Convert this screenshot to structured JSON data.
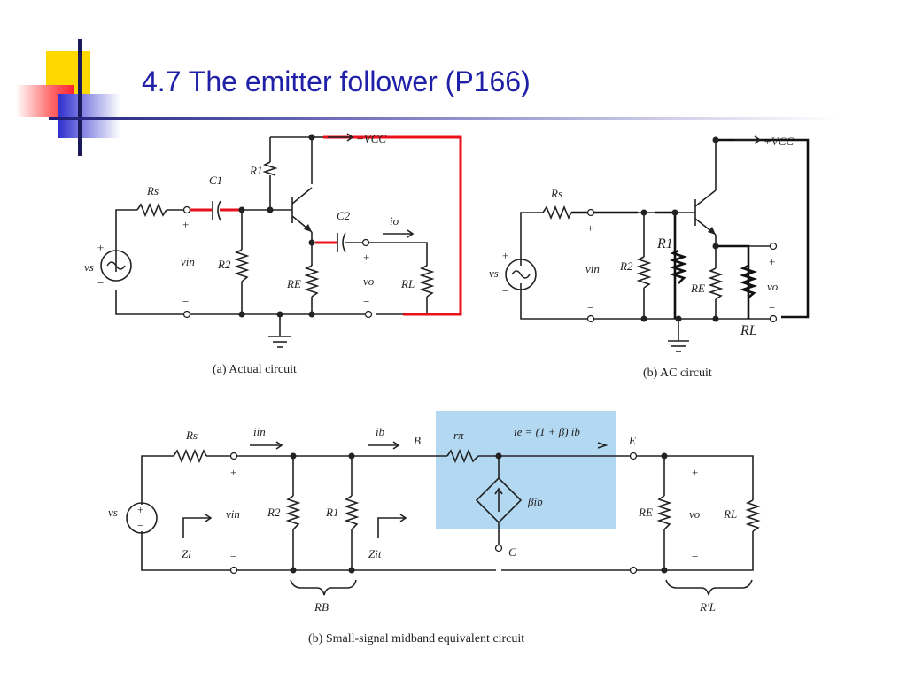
{
  "slide": {
    "title": "4.7 The emitter follower (P166)"
  },
  "circuit_a": {
    "caption": "(a) Actual circuit",
    "labels": {
      "rs": "Rs",
      "c1": "C1",
      "r1": "R1",
      "c2": "C2",
      "io": "io",
      "vcc": "+VCC",
      "vs": "vs",
      "vin": "vin",
      "r2": "R2",
      "re": "RE",
      "vo": "vo",
      "rl": "RL",
      "plus": "+",
      "minus": "−"
    }
  },
  "circuit_b": {
    "caption": "(b) AC circuit",
    "labels": {
      "rs": "Rs",
      "vcc": "+VCC",
      "r1": "R1",
      "vs": "vs",
      "vin": "vin",
      "r2": "R2",
      "re": "RE",
      "vo": "vo",
      "rl": "RL",
      "plus": "+",
      "minus": "−"
    }
  },
  "circuit_c": {
    "caption": "(b) Small-signal midband equivalent circuit",
    "labels": {
      "rs": "Rs",
      "iin": "iin",
      "ib": "ib",
      "b": "B",
      "rpi": "rπ",
      "ie": "ie = (1 + β) ib",
      "e": "E",
      "vs": "vs",
      "vin": "vin",
      "r2": "R2",
      "r1": "R1",
      "beta_ib": "βib",
      "re": "RE",
      "vo": "vo",
      "rl": "RL",
      "zi": "Zi",
      "zit": "Zit",
      "c": "C",
      "rb": "RB",
      "rl_prime": "R'L",
      "plus": "+",
      "minus": "−"
    }
  },
  "colors": {
    "title": "#1f1fa8",
    "highlight": "#b3d9f2",
    "red_wire": "#e8101a"
  }
}
